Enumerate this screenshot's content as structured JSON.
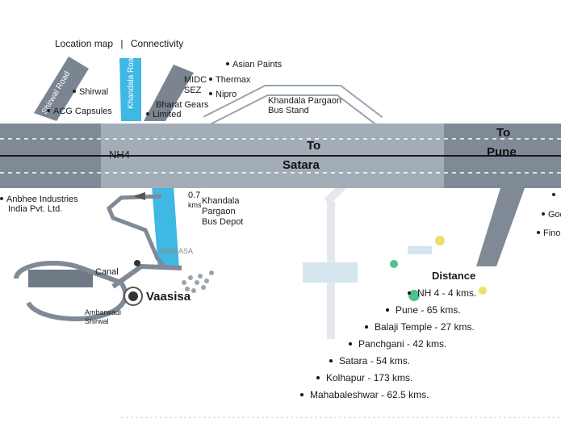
{
  "header": {
    "location_map": "Location map",
    "separator": "|",
    "connectivity": "Connectivity"
  },
  "roads": {
    "highway": "NH4",
    "to_satara_1": "To",
    "to_satara_2": "Satara",
    "to_pune_1": "To",
    "to_pune_2": "Pune",
    "khandala_road": "Khandala Road",
    "side_road_left": "Shirwal Road",
    "distance_marker": "0.7",
    "distance_unit": "kms"
  },
  "places": {
    "asian_paints": "Asian Paints",
    "midc": "MIDC",
    "sez": "SEZ",
    "thermax": "Thermax",
    "nipro": "Nipro",
    "shirwal": "Shirwal",
    "acg": "ACG Capsules",
    "bharat_gears_1": "Bharat Gears",
    "bharat_gears_2": "Limited",
    "khandala_bus_stand_1": "Khandala Pargaon",
    "khandala_bus_stand_2": "Bus Stand",
    "anbhee_1": "Anbhee Industries",
    "anbhee_2": "India Pvt. Ltd.",
    "khandala_depot_1": "Khandala",
    "khandala_depot_2": "Pargaon",
    "khandala_depot_3": "Bus Depot",
    "godrej": "Godrej",
    "finolex": "Finolex",
    "canal": "Canal",
    "vaasisa": "Vaasisa",
    "ambarwadi_1": "Ambarwadi",
    "ambarwadi_2": "Shirwal",
    "bebbasa": "BEBBASA"
  },
  "distance": {
    "title": "Distance",
    "items": [
      "NH 4 - 4 kms.",
      "Pune - 65 kms.",
      "Balaji Temple - 27 kms.",
      "Panchgani - 42 kms.",
      "Satara - 54 kms.",
      "Kolhapur - 173 kms.",
      "Mahabaleshwar - 62.5 kms."
    ]
  },
  "colors": {
    "road_grey": "#7f8a96",
    "road_light": "#a8b0ba",
    "accent_blue": "#3fb8e4",
    "pale_blue": "#cfe3ee",
    "marker_green": "#4fc18c",
    "marker_yellow": "#e8e06a"
  }
}
